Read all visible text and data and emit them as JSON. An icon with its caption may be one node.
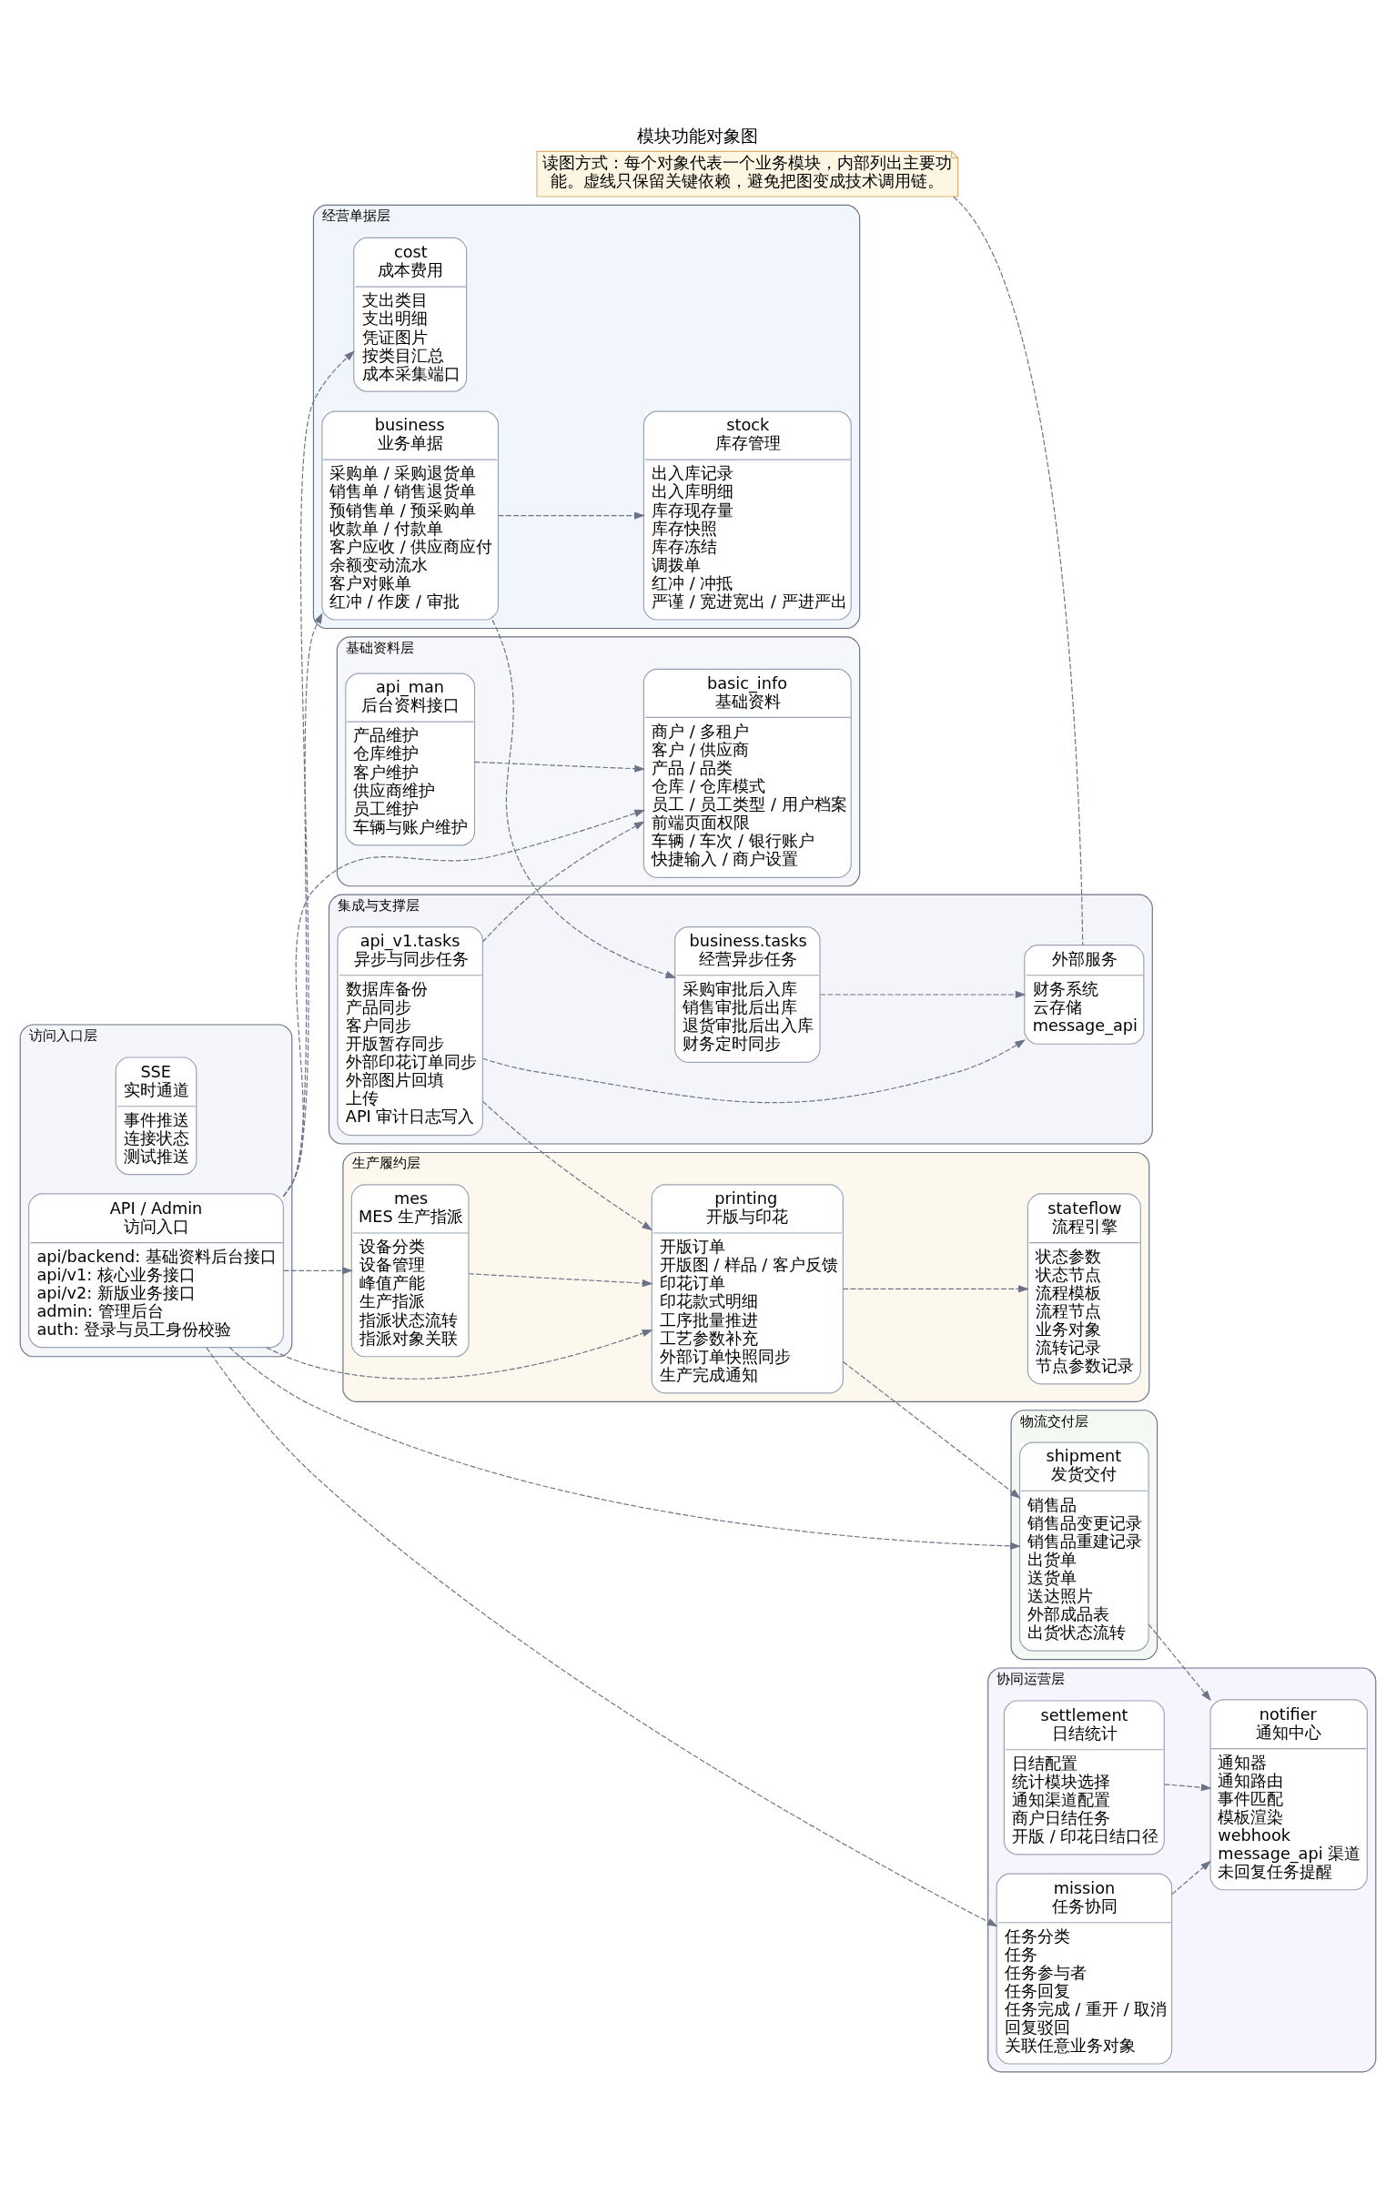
{
  "diagram": {
    "title": "模块功能对象图",
    "nodes": [
      {
        "text": [
          "读图方式：每个对象代表一个业务模块，内部列出主要功能。虚线只保留关键依赖，避免把图变成技术调用链。"
        ]
      },
      {
        "text": [
          "基础资料层"
        ]
      },
      {
        "text": [
          "api_man",
          "后台资料接口",
          "产品维护",
          "仓库维护",
          "客户维护",
          "供应商维护",
          "员工维护",
          "车辆与账户维护"
        ],
        "in": 1
      },
      {
        "text": [
          "basic_info",
          "基础资料",
          "商户 / 多租户",
          "客户 / 供应商",
          "产品 / 品类",
          "仓库 / 仓库模式",
          "员工 / 员工类型 / 用户档案",
          "前端页面权限",
          "车辆 / 车次 / 银行账户",
          "快捷输入 / 商户设置"
        ],
        "in": 1
      },
      {
        "text": [
          "经营单据层"
        ]
      },
      {
        "text": [
          "cost",
          "成本费用",
          "支出类目",
          "支出明细",
          "凭证图片",
          "按类目汇总",
          "成本采集端口"
        ],
        "in": 4
      },
      {
        "text": [
          "business",
          "业务单据",
          "采购单 / 采购退货单",
          "销售单 / 销售退货单",
          "预销售单 / 预采购单",
          "收款单 / 付款单",
          "客户应收 / 供应商应付",
          "余额变动流水",
          "客户对账单",
          "红冲 / 作废 / 审批"
        ],
        "in": 4
      },
      {
        "text": [
          "stock",
          "库存管理",
          "出入库记录",
          "出入库明细",
          "库存现存量",
          "库存快照",
          "库存冻结",
          "调拨单",
          "红冲 / 冲抵",
          "严谨 / 宽进宽出 / 严进严出"
        ],
        "in": 4
      },
      {
        "text": [
          "集成与支撑层"
        ]
      },
      {
        "text": [
          "business.tasks",
          "经营异步任务",
          "采购审批后入库",
          "销售审批后出库",
          "退货审批后出入库",
          "财务定时同步"
        ],
        "in": 8
      },
      {
        "text": [
          "外部服务",
          "财务系统",
          "云存储",
          "message_api"
        ],
        "in": 8
      },
      {
        "text": [
          "api_v1.tasks",
          "异步与同步任务",
          "数据库备份",
          "产品同步",
          "客户同步",
          "开版暂存同步",
          "外部印花订单同步",
          "外部图片回填",
          "上传",
          "API 审计日志写入"
        ],
        "in": 8
      },
      {
        "text": [
          "访问入口层"
        ]
      },
      {
        "text": [
          "SSE",
          "实时通道",
          "事件推送",
          "连接状态",
          "测试推送"
        ],
        "in": 12
      },
      {
        "text": [
          "API / Admin",
          "访问入口",
          "api/backend: 基础资料后台接口",
          "api/v1: 核心业务接口",
          "api/v2: 新版业务接口",
          "admin: 管理后台",
          "auth: 登录与员工身份校验"
        ],
        "in": 12
      },
      {
        "text": [
          "生产履约层"
        ]
      },
      {
        "text": [
          "mes",
          "MES 生产指派",
          "设备分类",
          "设备管理",
          "峰值产能",
          "生产指派",
          "指派状态流转",
          "指派对象关联"
        ],
        "in": 15
      },
      {
        "text": [
          "printing",
          "开版与印花",
          "开版订单",
          "开版图 / 样品 / 客户反馈",
          "印花订单",
          "印花款式明细",
          "工序批量推进",
          "工艺参数补充",
          "外部订单快照同步",
          "生产完成通知"
        ],
        "in": 15
      },
      {
        "text": [
          "stateflow",
          "流程引擎",
          "状态参数",
          "状态节点",
          "流程模板",
          "流程节点",
          "业务对象",
          "流转记录",
          "节点参数记录"
        ],
        "in": 15
      },
      {
        "text": [
          "物流交付层"
        ]
      },
      {
        "text": [
          "shipment",
          "发货交付",
          "销售品",
          "销售品变更记录",
          "销售品重建记录",
          "出货单",
          "送货单",
          "送达照片",
          "外部成品表",
          "出货状态流转"
        ],
        "in": 19
      },
      {
        "text": [
          "协同运营层"
        ]
      },
      {
        "text": [
          "settlement",
          "日结统计",
          "日结配置",
          "统计模块选择",
          "通知渠道配置",
          "商户日结任务",
          "开版 / 印花日结口径"
        ],
        "in": 21
      },
      {
        "text": [
          "notifier",
          "通知中心",
          "通知器",
          "通知路由",
          "事件匹配",
          "模板渲染",
          "webhook",
          "message_api 渠道",
          "未回复任务提醒"
        ],
        "in": 21
      },
      {
        "text": [
          "mission",
          "任务协同",
          "任务分类",
          "任务",
          "任务参与者",
          "任务回复",
          "任务完成 / 重开 / 取消",
          "回复驳回",
          "关联任意业务对象"
        ],
        "in": 21
      }
    ],
    "edges": [
      {
        "from": 0,
        "to": 10,
        "arrow": "none",
        "style": "dashed"
      },
      {
        "from": 2,
        "to": 3,
        "arrow": "to",
        "style": "dashed"
      },
      {
        "from": 14,
        "to": 5,
        "arrow": "to",
        "style": "dashed"
      },
      {
        "from": 14,
        "to": 6,
        "arrow": "to",
        "style": "dashed"
      },
      {
        "from": 6,
        "to": 7,
        "arrow": "to",
        "style": "dashed"
      },
      {
        "from": 14,
        "to": 3,
        "arrow": "to",
        "style": "dashed"
      },
      {
        "from": 11,
        "to": 3,
        "arrow": "to",
        "style": "dashed"
      },
      {
        "from": 6,
        "to": 9,
        "arrow": "to",
        "style": "dashed"
      },
      {
        "from": 9,
        "to": 10,
        "arrow": "to",
        "style": "dashed"
      },
      {
        "from": 11,
        "to": 10,
        "arrow": "to",
        "style": "dashed"
      },
      {
        "from": 11,
        "to": 17,
        "arrow": "to",
        "style": "dashed"
      },
      {
        "from": 14,
        "to": 17,
        "arrow": "to",
        "style": "dashed"
      },
      {
        "from": 14,
        "to": 16,
        "arrow": "to",
        "style": "dashed"
      },
      {
        "from": 16,
        "to": 17,
        "arrow": "to",
        "style": "dashed"
      },
      {
        "from": 17,
        "to": 18,
        "arrow": "to",
        "style": "dashed"
      },
      {
        "from": 17,
        "to": 20,
        "arrow": "to",
        "style": "dashed"
      },
      {
        "from": 14,
        "to": 20,
        "arrow": "to",
        "style": "dashed"
      },
      {
        "from": 14,
        "to": 24,
        "arrow": "to",
        "style": "dashed"
      },
      {
        "from": 20,
        "to": 23,
        "arrow": "to",
        "style": "dashed"
      },
      {
        "from": 22,
        "to": 23,
        "arrow": "to",
        "style": "dashed"
      },
      {
        "from": 24,
        "to": 23,
        "arrow": "to",
        "style": "dashed"
      }
    ]
  }
}
